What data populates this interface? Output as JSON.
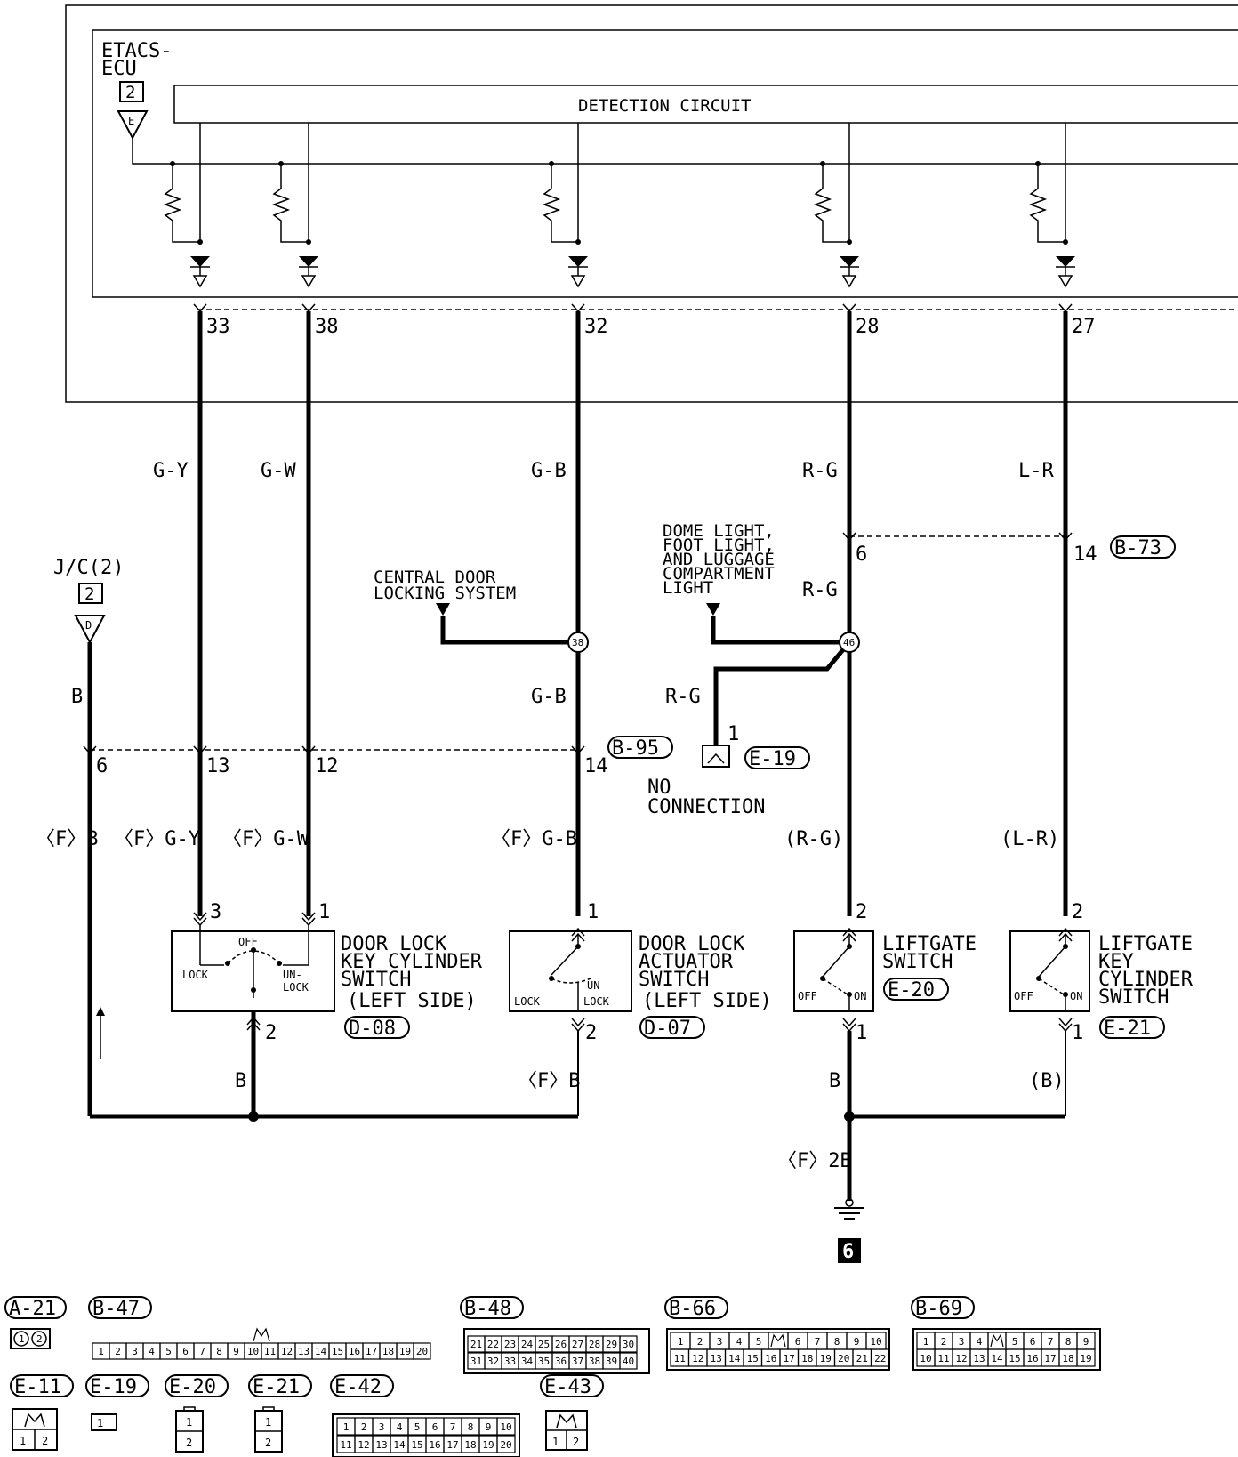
{
  "ecu": {
    "name": [
      "ETACS-",
      "ECU"
    ],
    "box": "2",
    "ground_symbol": "E",
    "detection_circuit": "DETECTION CIRCUIT",
    "pins": [
      "33",
      "38",
      "32",
      "28",
      "27"
    ]
  },
  "wires": {
    "w33": "G-Y",
    "w38": "G-W",
    "w32": "G-B",
    "w28": "R-G",
    "w27": "L-R",
    "jc_wire": "B",
    "gb_lower": "G-B",
    "rg_lower": "R-G",
    "rg_branch": "R-G"
  },
  "jc": {
    "name": "J/C(2)",
    "box": "2",
    "ground_symbol": "D"
  },
  "connectors": {
    "b73": {
      "label": "B-73",
      "pin_a": "6",
      "pin_b": "14"
    },
    "b95": {
      "label": "B-95",
      "pins": [
        "6",
        "13",
        "12",
        "14"
      ]
    }
  },
  "splices": {
    "s38": "38",
    "s46": "46"
  },
  "central_door": [
    "CENTRAL DOOR",
    "LOCKING SYSTEM"
  ],
  "dome": [
    "DOME LIGHT,",
    "FOOT LIGHT,",
    "AND LUGGAGE",
    "COMPARTMENT",
    "LIGHT"
  ],
  "e19": {
    "label": "E-19",
    "pin": "1",
    "note": [
      "NO",
      "CONNECTION"
    ]
  },
  "lower_wires": {
    "f_b": "〈F〉B",
    "f_gy": "〈F〉G-Y",
    "f_gw": "〈F〉G-W",
    "f_gb": "〈F〉G-B",
    "rg_paren": "(R-G)",
    "lr_paren": "(L-R)",
    "b_key": "B",
    "f_b_act": "〈F〉B",
    "b_lift": "B",
    "b_paren": "(B)",
    "f_2b": "〈F〉2B"
  },
  "switches": {
    "key_cyl": {
      "title": [
        "DOOR LOCK",
        "KEY CYLINDER",
        "SWITCH",
        "(LEFT SIDE)"
      ],
      "label": "D-08",
      "off": "OFF",
      "lock": "LOCK",
      "unlock": [
        "UN-",
        "LOCK"
      ],
      "pin_top_a": "3",
      "pin_top_b": "1",
      "pin_bottom": "2"
    },
    "actuator": {
      "title": [
        "DOOR LOCK",
        "ACTUATOR",
        "SWITCH",
        "(LEFT SIDE)"
      ],
      "label": "D-07",
      "lock": "LOCK",
      "unlock": [
        "UN-",
        "LOCK"
      ],
      "pin_top": "1",
      "pin_bottom": "2"
    },
    "liftgate": {
      "title": [
        "LIFTGATE",
        "SWITCH"
      ],
      "label": "E-20",
      "off": "OFF",
      "on": "ON",
      "pin_top": "2",
      "pin_bottom": "1"
    },
    "liftgate_key": {
      "title": [
        "LIFTGATE",
        "KEY",
        "CYLINDER",
        "SWITCH"
      ],
      "label": "E-21",
      "off": "OFF",
      "on": "ON",
      "pin_top": "2",
      "pin_bottom": "1"
    }
  },
  "ground": {
    "number": "6"
  },
  "connector_views": {
    "a21": {
      "label": "A-21",
      "pins": [
        "1",
        "2"
      ]
    },
    "b47": {
      "label": "B-47",
      "pins": [
        "1",
        "2",
        "3",
        "4",
        "5",
        "6",
        "7",
        "8",
        "9",
        "10",
        "11",
        "12",
        "13",
        "14",
        "15",
        "16",
        "17",
        "18",
        "19",
        "20"
      ]
    },
    "b48": {
      "label": "B-48",
      "row1": [
        "21",
        "22",
        "23",
        "24",
        "25",
        "26",
        "27",
        "28",
        "29",
        "30"
      ],
      "row2": [
        "31",
        "32",
        "33",
        "34",
        "35",
        "36",
        "37",
        "38",
        "39",
        "40"
      ]
    },
    "b66": {
      "label": "B-66",
      "row1": [
        "1",
        "2",
        "3",
        "4",
        "5",
        "",
        "6",
        "7",
        "8",
        "9",
        "10"
      ],
      "row2": [
        "11",
        "12",
        "13",
        "14",
        "15",
        "16",
        "17",
        "18",
        "19",
        "20",
        "21",
        "22"
      ]
    },
    "b69": {
      "label": "B-69",
      "row1": [
        "1",
        "2",
        "3",
        "4",
        "",
        "5",
        "6",
        "7",
        "8",
        "9"
      ],
      "row2": [
        "10",
        "11",
        "12",
        "13",
        "14",
        "15",
        "16",
        "17",
        "18",
        "19"
      ]
    },
    "e11": {
      "label": "E-11",
      "pins": [
        "1",
        "2"
      ]
    },
    "e19v": {
      "label": "E-19",
      "pins": [
        "1"
      ]
    },
    "e20v": {
      "label": "E-20",
      "pins": [
        "1",
        "2"
      ]
    },
    "e21v": {
      "label": "E-21",
      "pins": [
        "1",
        "2"
      ]
    },
    "e42": {
      "label": "E-42",
      "row1": [
        "1",
        "2",
        "3",
        "4",
        "5",
        "6",
        "7",
        "8",
        "9",
        "10"
      ],
      "row2": [
        "11",
        "12",
        "13",
        "14",
        "15",
        "16",
        "17",
        "18",
        "19",
        "20"
      ]
    },
    "e43": {
      "label": "E-43",
      "pins": [
        "1",
        "2"
      ]
    }
  }
}
